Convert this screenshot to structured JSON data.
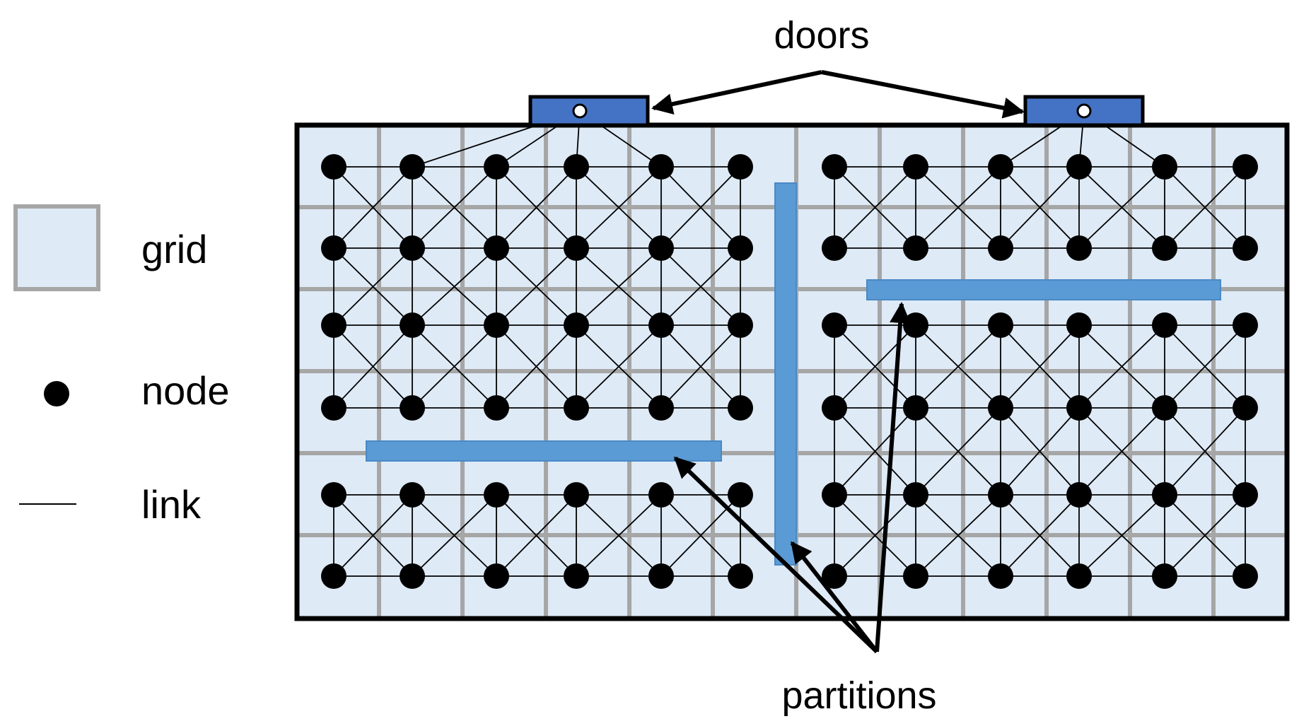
{
  "legend": {
    "grid_label": "grid",
    "node_label": "node",
    "link_label": "link"
  },
  "callouts": {
    "doors_label": "doors",
    "partitions_label": "partitions"
  },
  "colors": {
    "grid_fill": "#deeaf6",
    "grid_line": "#a6a6a6",
    "partition": "#5b9bd5",
    "partition_edge": "#4a89c4",
    "door": "#4472c4",
    "border": "#000000",
    "node": "#000000",
    "door_node": "#ffffff"
  },
  "counts": {
    "grid_columns": 12,
    "grid_rows": 6,
    "nodes_per_room_row": 6,
    "doors": 2,
    "partitions": 3
  }
}
